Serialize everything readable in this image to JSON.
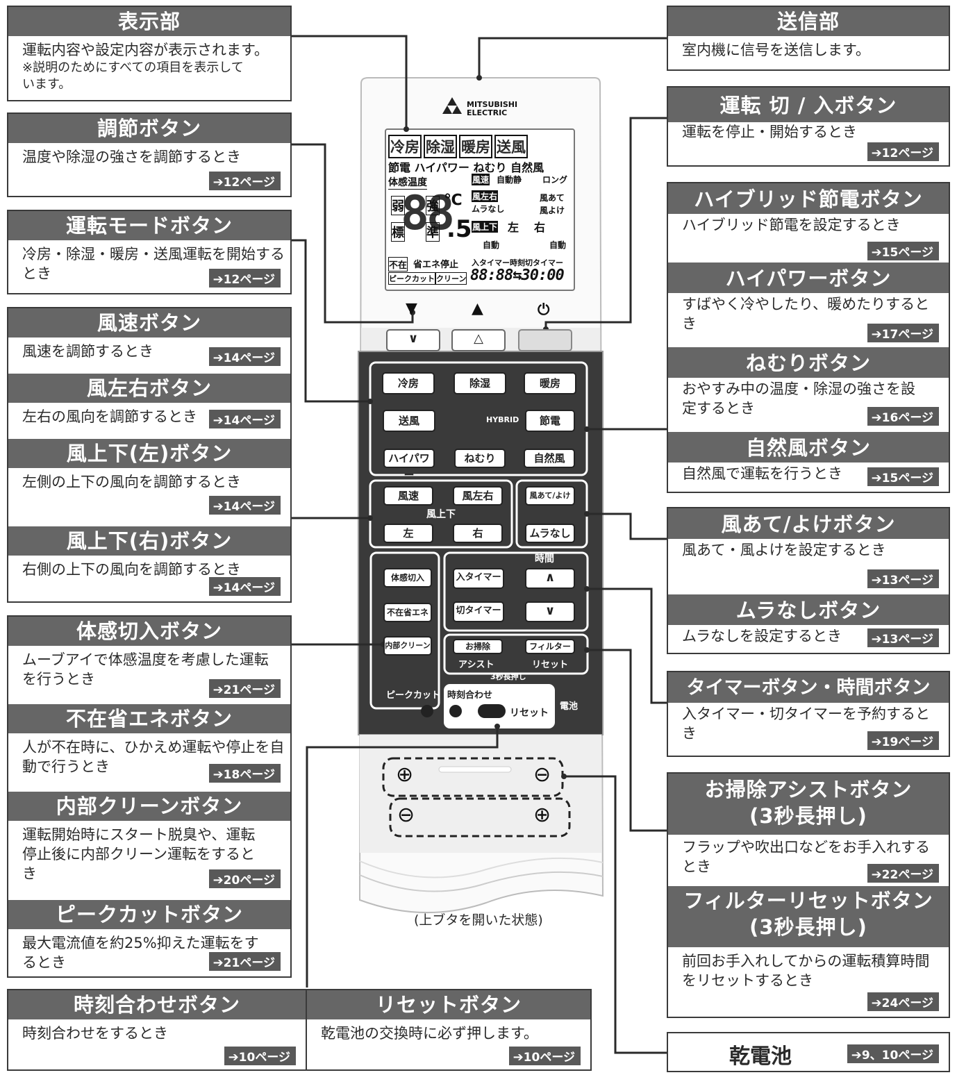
{
  "boxes": {
    "display": {
      "title": "表示部",
      "desc": "運転内容や設定内容が表示されます。",
      "note": "※説明のためにすべての項目を表示して　　います。"
    },
    "adjust": {
      "title": "調節ボタン",
      "desc": "温度や除湿の強さを調節するとき",
      "ref": "12ページ"
    },
    "mode": {
      "title": "運転モードボタン",
      "desc": "冷房・除湿・暖房・送風運転を開始するとき",
      "ref": "12ページ"
    },
    "fanspeed": {
      "title": "風速ボタン",
      "desc": "風速を調節するとき",
      "ref": "14ページ"
    },
    "lr": {
      "title": "風左右ボタン",
      "desc": "左右の風向を調節するとき",
      "ref": "14ページ"
    },
    "udleft": {
      "title": "風上下(左)ボタン",
      "desc": "左側の上下の風向を調節するとき",
      "ref": "14ページ"
    },
    "udright": {
      "title": "風上下(右)ボタン",
      "desc": "右側の上下の風向を調節するとき",
      "ref": "14ページ"
    },
    "taikan": {
      "title": "体感切入ボタン",
      "desc": "ムーブアイで体感温度を考慮した運転を行うとき",
      "ref": "21ページ"
    },
    "fuzai": {
      "title": "不在省エネボタン",
      "desc": "人が不在時に、ひかえめ運転や停止を自動で行うとき",
      "ref": "18ページ"
    },
    "clean": {
      "title": "内部クリーンボタン",
      "desc": "運転開始時にスタート脱臭や、運転停止後に内部クリーン運転をするとき",
      "ref": "20ページ"
    },
    "peak": {
      "title": "ピークカットボタン",
      "desc": "最大電流値を約25%抑えた運転をするとき",
      "ref": "21ページ"
    },
    "clock": {
      "title": "時刻合わせボタン",
      "desc": "時刻合わせをするとき",
      "ref": "10ページ"
    },
    "reset": {
      "title": "リセットボタン",
      "desc": "乾電池の交換時に必ず押します。",
      "ref": "10ページ"
    },
    "send": {
      "title": "送信部",
      "desc": "室内機に信号を送信します。"
    },
    "power": {
      "title": "運転 切 / 入ボタン",
      "desc": "運転を停止・開始するとき",
      "ref": "12ページ"
    },
    "hybrid": {
      "title": "ハイブリッド節電ボタン",
      "desc": "ハイブリッド節電を設定するとき",
      "ref": "15ページ"
    },
    "hipower": {
      "title": "ハイパワーボタン",
      "desc": "すばやく冷やしたり、暖めたりするとき",
      "ref": "17ページ"
    },
    "sleep": {
      "title": "ねむりボタン",
      "desc": "おやすみ中の温度・除湿の強さを設定するとき",
      "ref": "16ページ"
    },
    "natural": {
      "title": "自然風ボタン",
      "desc": "自然風で運転を行うとき",
      "ref": "15ページ"
    },
    "windhit": {
      "title": "風あて/よけボタン",
      "desc": "風あて・風よけを設定するとき",
      "ref": "13ページ"
    },
    "muranashi": {
      "title": "ムラなしボタン",
      "desc": "ムラなしを設定するとき",
      "ref": "13ページ"
    },
    "timer": {
      "title": "タイマーボタン・時間ボタン",
      "desc": "入タイマー・切タイマーを予約するとき",
      "ref": "19ページ"
    },
    "assist": {
      "title": "お掃除アシストボタン",
      "title2": "(3秒長押し)",
      "desc": "フラップや吹出口などをお手入れするとき",
      "ref": "22ページ"
    },
    "filter": {
      "title": "フィルターリセットボタン",
      "title2": "(3秒長押し)",
      "desc": "前回お手入れしてからの運転積算時間をリセットするとき",
      "ref": "24ページ"
    },
    "battery": {
      "title": "乾電池",
      "ref": "9、10ページ"
    }
  },
  "remote": {
    "brand1": "MITSUBISHI",
    "brand2": "ELECTRIC",
    "lcd": {
      "modes": [
        "冷房",
        "除湿",
        "暖房",
        "送風"
      ],
      "line2": "節電 ハイパワー ねむり 自然風",
      "taikan": "体感温度",
      "fuusoku": "風速",
      "fuusoku_opt": "自動静",
      "long": "ロング",
      "sayuu": "風左右",
      "muranashi": "ムラなし",
      "kaze_ate": "風あて",
      "kaze_yoke": "風よけ",
      "jouge": "風上下",
      "left": "左",
      "right": "右",
      "auto": "自動",
      "weak": "弱",
      "strong": "強",
      "std": "標",
      "jun": "準",
      "temp": "88",
      "dot": ".5",
      "deg": "℃",
      "fuzai": "不在",
      "shoene": "省エネ停止",
      "timer_line": "入タイマー時刻切タイマー",
      "peak": "ピークカット",
      "clean": "クリーン",
      "clock": "88:88⇆30:00"
    },
    "arrows": {
      "down": "▼",
      "up": "▲",
      "power": "⏻"
    },
    "buttons": {
      "cool": "冷房",
      "dry": "除湿",
      "heat": "暖房",
      "fan": "送風",
      "hybrid_logo": "HYBRID",
      "setsuden": "節電",
      "hipower": "ハイパワー",
      "sleep": "ねむり",
      "natural": "自然風",
      "speed": "風速",
      "lr": "風左右",
      "ud_label": "風上下",
      "left": "左",
      "right": "右",
      "ate": "風あて/よけ",
      "muranashi": "ムラなし",
      "jikan": "時間",
      "taikan": "体感切入",
      "fuzai": "不在省エネ",
      "clean": "内部クリーン",
      "on_timer": "入タイマー",
      "off_timer": "切タイマー",
      "up": "∧",
      "down": "∨",
      "assist1": "お掃除",
      "assist2": "アシスト",
      "filter1": "フィルター",
      "filter2": "リセット",
      "long_press": "3秒長押し",
      "peak": "ピークカット",
      "clock": "時刻合わせ",
      "reset": "リセット",
      "battery": "電池"
    },
    "plus": "⊕",
    "minus": "⊖",
    "caption": "(上ブタを開いた状態)"
  }
}
